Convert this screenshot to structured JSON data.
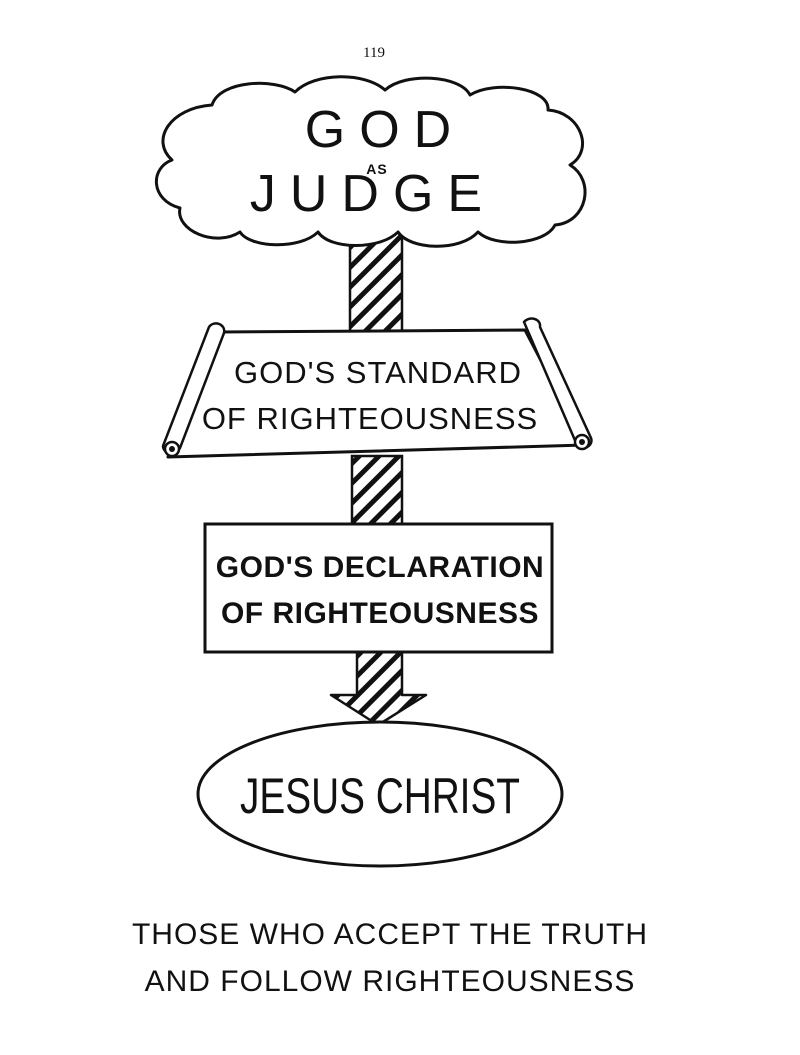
{
  "page": {
    "number": "119"
  },
  "diagram": {
    "cloud": {
      "line1": "GOD",
      "line2": "AS",
      "line3": "JUDGE"
    },
    "scroll": {
      "line1": "GOD'S STANDARD",
      "line2": "OF RIGHTEOUSNESS"
    },
    "box": {
      "line1": "GOD'S DECLARATION",
      "line2": "OF RIGHTEOUSNESS"
    },
    "oval": {
      "label": "JESUS CHRIST"
    }
  },
  "caption": {
    "line1": "THOSE WHO ACCEPT THE TRUTH",
    "line2": "AND FOLLOW RIGHTEOUSNESS"
  }
}
